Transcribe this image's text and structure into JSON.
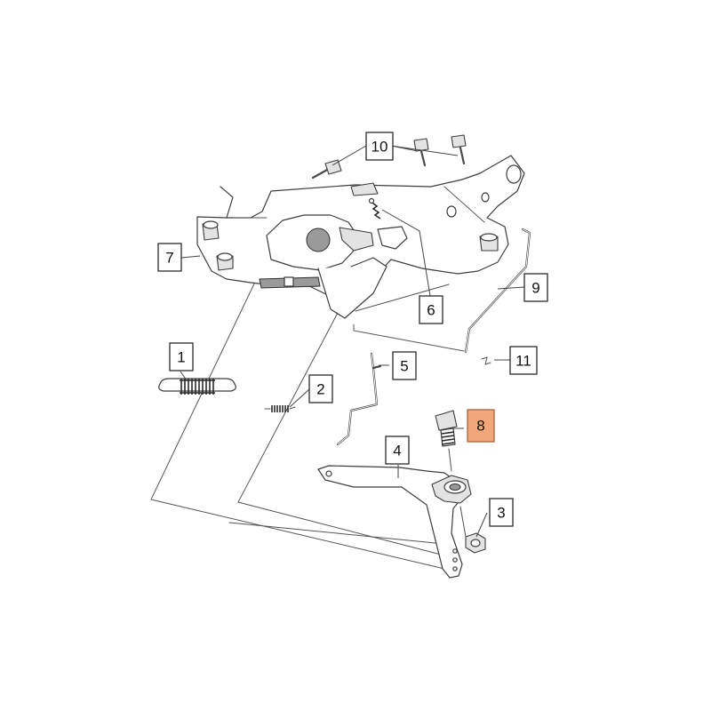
{
  "callouts": [
    {
      "id": "1",
      "label": "1",
      "highlighted": false
    },
    {
      "id": "2",
      "label": "2",
      "highlighted": false
    },
    {
      "id": "3",
      "label": "3",
      "highlighted": false
    },
    {
      "id": "4",
      "label": "4",
      "highlighted": false
    },
    {
      "id": "5",
      "label": "5",
      "highlighted": false
    },
    {
      "id": "6",
      "label": "6",
      "highlighted": false
    },
    {
      "id": "7",
      "label": "7",
      "highlighted": false
    },
    {
      "id": "8",
      "label": "8",
      "highlighted": true
    },
    {
      "id": "9",
      "label": "9",
      "highlighted": false
    },
    {
      "id": "10",
      "label": "10",
      "highlighted": false
    },
    {
      "id": "11",
      "label": "11",
      "highlighted": false
    }
  ],
  "colors": {
    "highlight_fill": "#f2a77a",
    "highlight_border": "#a8643c",
    "line": "#3d3d3d"
  }
}
